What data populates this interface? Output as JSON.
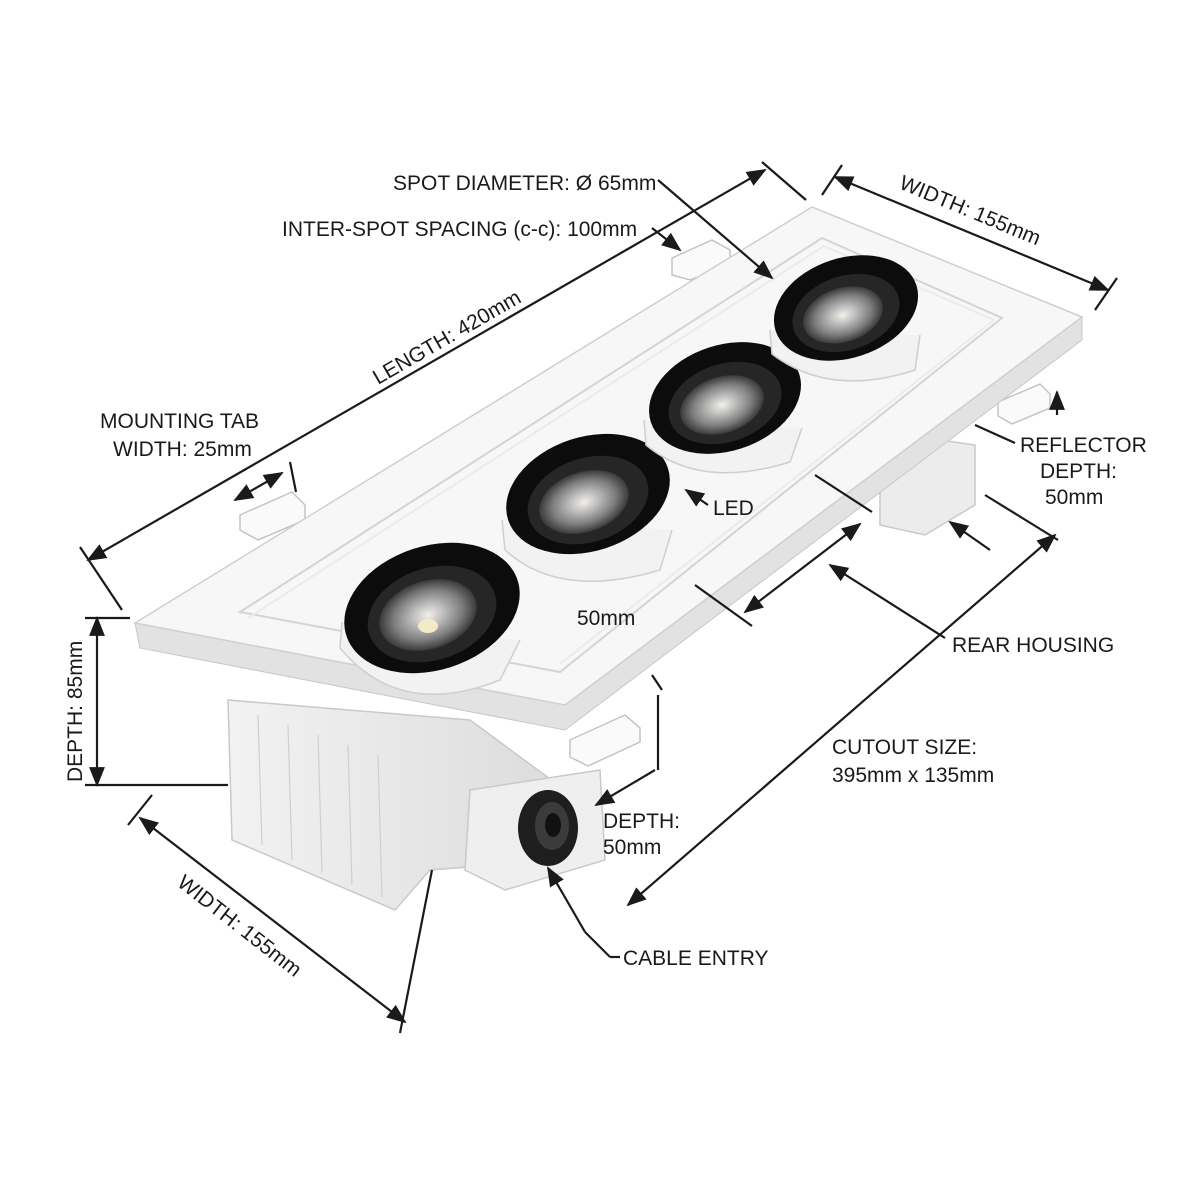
{
  "labels": {
    "spot_diameter": "SPOT DIAMETER: Ø 65mm",
    "inter_spot_spacing": "INTER-SPOT SPACING (c-c): 100mm",
    "width_top": "WIDTH: 155mm",
    "length": "LENGTH: 420mm",
    "mounting_tab_line1": "MOUNTING TAB",
    "mounting_tab_line2": "WIDTH: 25mm",
    "reflector_line1": "REFLECTOR",
    "reflector_line2": "DEPTH:",
    "reflector_line3": "50mm",
    "led": "LED",
    "spot_depth": "50mm",
    "rear_housing": "REAR HOUSING",
    "depth_85": "DEPTH: 85mm",
    "cutout_line1": "CUTOUT SIZE:",
    "cutout_line2": "395mm x 135mm",
    "depth_line1": "DEPTH:",
    "depth_line2": "50mm",
    "width_bottom": "WIDTH: 155mm",
    "cable_entry": "CABLE ENTRY"
  },
  "colors": {
    "housing": "#f4f4f4",
    "bezel": "#000000",
    "reflector": "#9a9a9a",
    "line": "#1a1a1a"
  }
}
